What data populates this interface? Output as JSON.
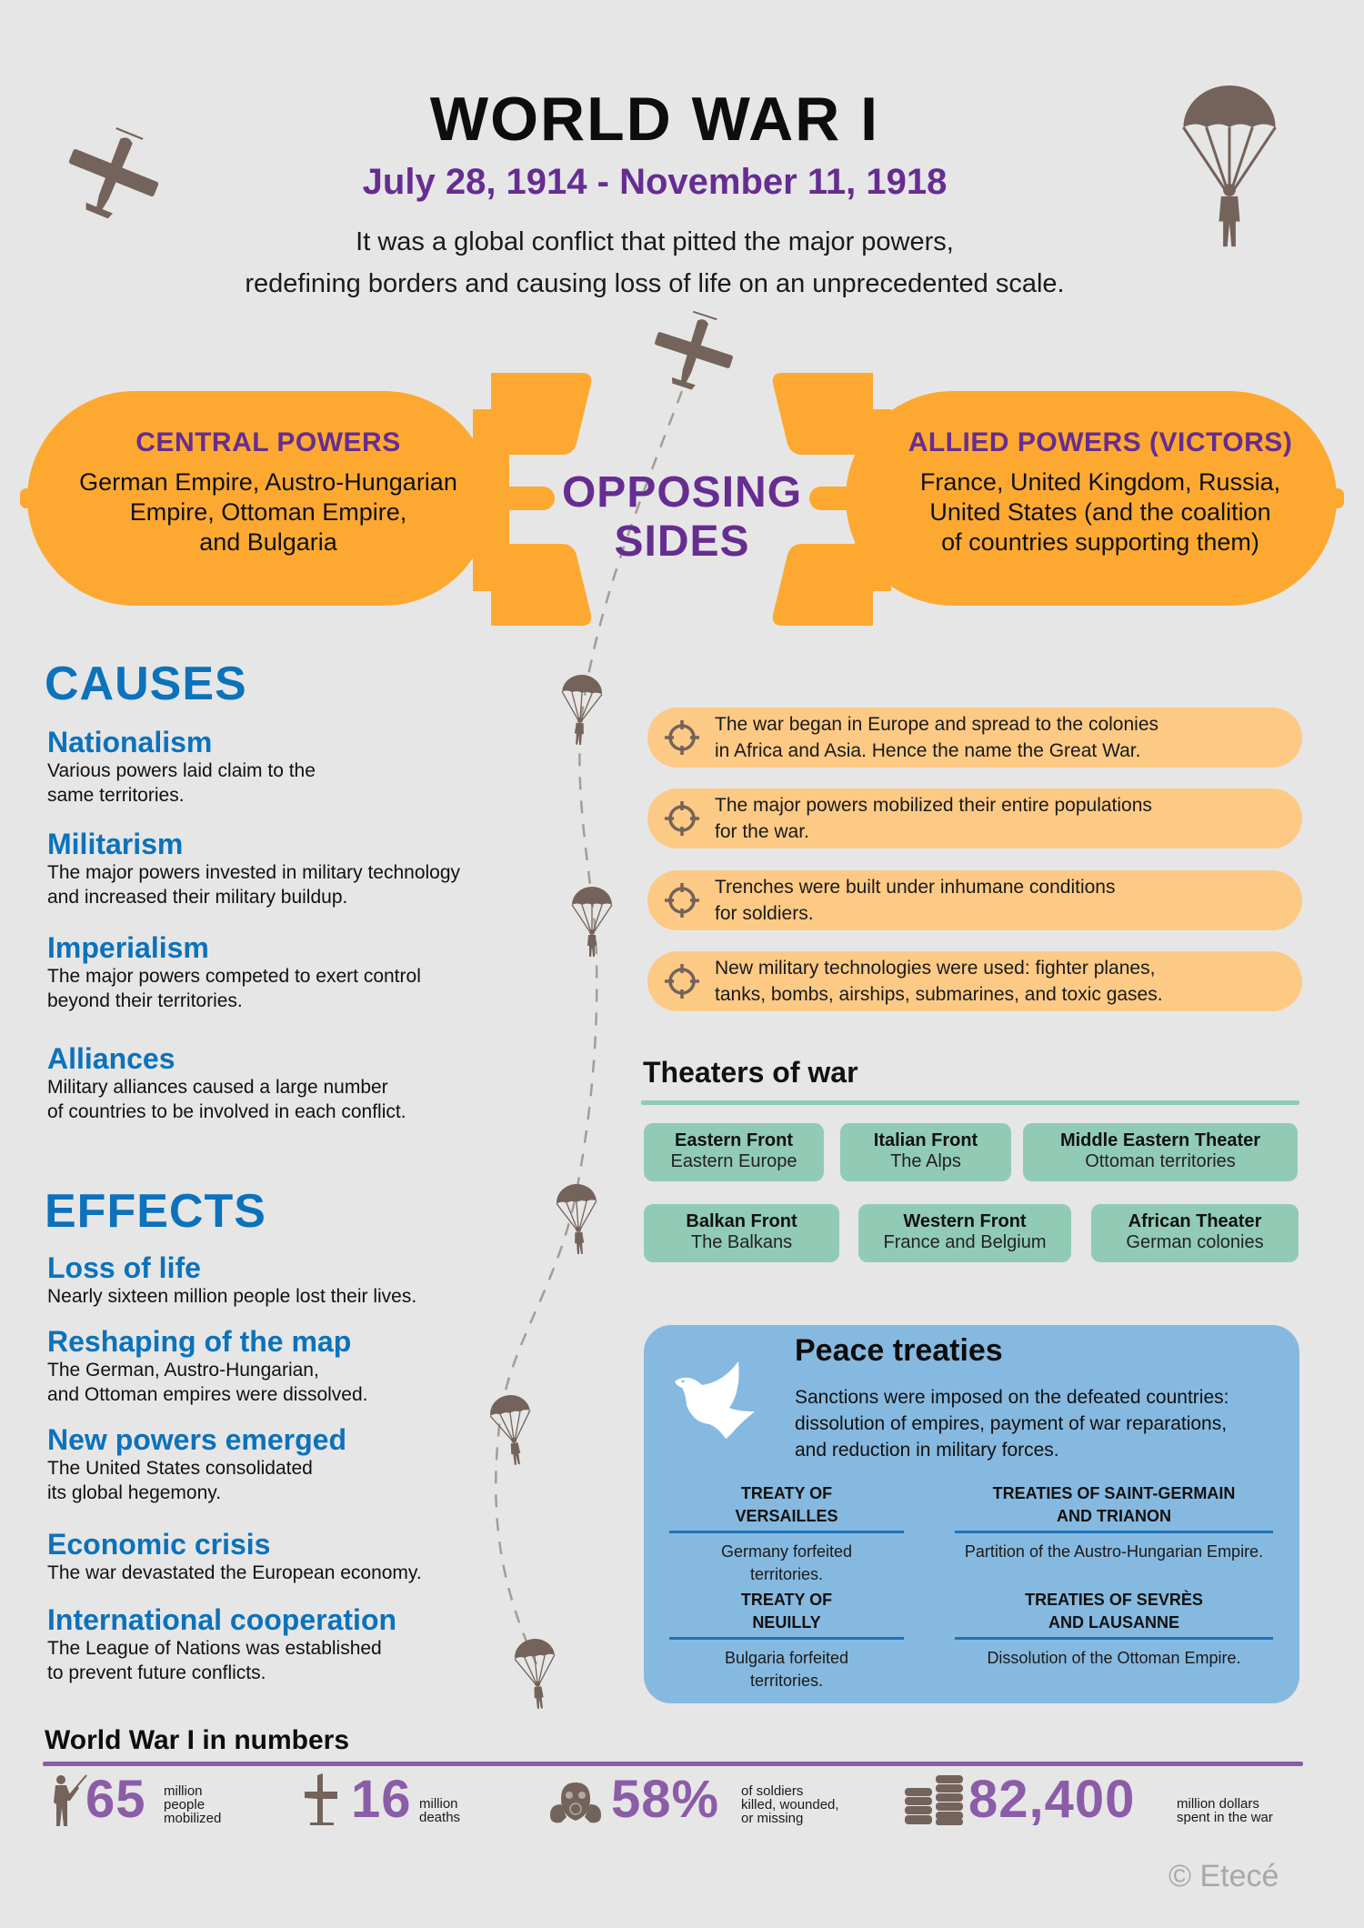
{
  "header": {
    "title": "WORLD WAR I",
    "dates": "July 28, 1914 - November 11, 1918",
    "subtitle_line1": "It was a global conflict that pitted the major powers,",
    "subtitle_line2": "redefining borders and causing loss of life on an unprecedented scale."
  },
  "sides": {
    "center_label_line1": "OPPOSING",
    "center_label_line2": "SIDES",
    "central": {
      "title": "CENTRAL POWERS",
      "line1": "German Empire, Austro-Hungarian",
      "line2": "Empire, Ottoman Empire,",
      "line3": "and Bulgaria"
    },
    "allied": {
      "title": "ALLIED POWERS (VICTORS)",
      "line1": "France, United Kingdom, Russia,",
      "line2": "United States (and the coalition",
      "line3": "of countries supporting them)"
    }
  },
  "causes": {
    "heading": "CAUSES",
    "items": [
      {
        "title": "Nationalism",
        "line1": "Various powers laid claim to the",
        "line2": "same territories."
      },
      {
        "title": "Militarism",
        "line1": "The major powers invested in military technology",
        "line2": "and increased their military buildup."
      },
      {
        "title": "Imperialism",
        "line1": "The major powers competed to exert control",
        "line2": "beyond their territories."
      },
      {
        "title": "Alliances",
        "line1": "Military alliances caused a large number",
        "line2": "of countries to be involved in each conflict."
      }
    ]
  },
  "effects": {
    "heading": "EFFECTS",
    "items": [
      {
        "title": "Loss of life",
        "line1": "Nearly sixteen million people lost their lives.",
        "line2": ""
      },
      {
        "title": "Reshaping of the map",
        "line1": "The German, Austro-Hungarian,",
        "line2": "and Ottoman empires were dissolved."
      },
      {
        "title": "New powers emerged",
        "line1": "The United States consolidated",
        "line2": "its global hegemony."
      },
      {
        "title": "Economic crisis",
        "line1": "The war devastated the European economy.",
        "line2": ""
      },
      {
        "title": "International cooperation",
        "line1": "The League of Nations was established",
        "line2": "to prevent future conflicts."
      }
    ]
  },
  "facts": [
    {
      "icon": "crosshair-icon",
      "line1": "The war began in Europe and spread to the colonies",
      "line2": "in Africa and Asia. Hence the name the Great War."
    },
    {
      "icon": "crosshair-icon",
      "line1": "The major powers mobilized their entire populations",
      "line2": "for the war."
    },
    {
      "icon": "crosshair-icon",
      "line1": "Trenches were built under inhumane conditions",
      "line2": "for soldiers."
    },
    {
      "icon": "crosshair-icon",
      "line1": "New military technologies were used: fighter planes,",
      "line2": "tanks, bombs, airships, submarines, and toxic gases."
    }
  ],
  "theaters": {
    "title": "Theaters of war",
    "items": [
      {
        "name": "Eastern Front",
        "region": "Eastern Europe"
      },
      {
        "name": "Italian Front",
        "region": "The Alps"
      },
      {
        "name": "Middle Eastern Theater",
        "region": "Ottoman territories"
      },
      {
        "name": "Balkan Front",
        "region": "The Balkans"
      },
      {
        "name": "Western Front",
        "region": "France and Belgium"
      },
      {
        "name": "African Theater",
        "region": "German colonies"
      }
    ]
  },
  "peace": {
    "title": "Peace treaties",
    "desc_line1": "Sanctions were imposed on the defeated countries:",
    "desc_line2": "dissolution of empires, payment of war reparations,",
    "desc_line3": "and reduction in military forces.",
    "treaties": [
      {
        "title1": "TREATY OF",
        "title2": "VERSAILLES",
        "desc1": "Germany forfeited",
        "desc2": "territories."
      },
      {
        "title1": "TREATIES OF SAINT-GERMAIN",
        "title2": "AND TRIANON",
        "desc1": "Partition of the Austro-Hungarian Empire.",
        "desc2": ""
      },
      {
        "title1": "TREATY OF",
        "title2": "NEUILLY",
        "desc1": "Bulgaria forfeited",
        "desc2": "territories."
      },
      {
        "title1": "TREATIES OF SEVRÈS",
        "title2": "AND LAUSANNE",
        "desc1": "Dissolution of the Ottoman Empire.",
        "desc2": ""
      }
    ]
  },
  "numbers": {
    "title": "World War I in numbers",
    "stats": [
      {
        "icon": "soldier-icon",
        "value": "65",
        "label1": "million",
        "label2": "people",
        "label3": "mobilized"
      },
      {
        "icon": "grave-cross-icon",
        "value": "16",
        "label1": "million",
        "label2": "deaths",
        "label3": ""
      },
      {
        "icon": "gas-mask-icon",
        "value": "58%",
        "label1": "of soldiers",
        "label2": "killed, wounded,",
        "label3": "or missing"
      },
      {
        "icon": "coins-icon",
        "value": "82,400",
        "label1": "million dollars",
        "label2": "spent in the war",
        "label3": ""
      }
    ]
  },
  "footer": {
    "copyright": "© Etecé"
  },
  "colors": {
    "background": "#e6e6e6",
    "purple": "#662d91",
    "blue": "#0b72bb",
    "orange": "#fda931",
    "light_orange": "#fdca86",
    "teal": "#91cbb6",
    "sky": "#86b9e0",
    "brown": "#73635a",
    "stat_purple": "#8b5ca8"
  }
}
